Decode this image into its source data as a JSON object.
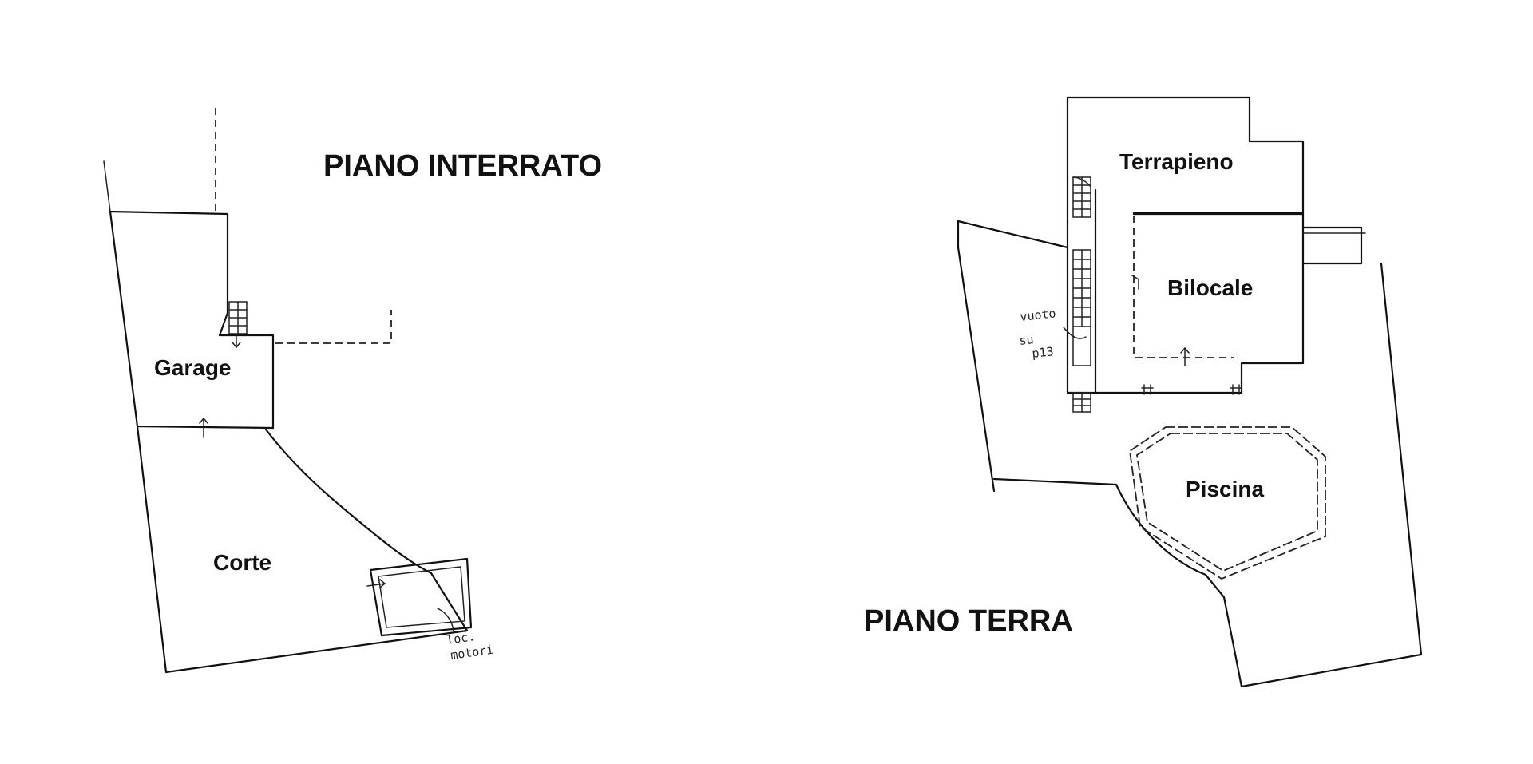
{
  "plans": {
    "basement": {
      "title": "PIANO INTERRATO",
      "rooms": {
        "garage": "Garage",
        "corte": "Corte"
      },
      "notes": {
        "loc": "loc.",
        "motori": "motori"
      }
    },
    "ground": {
      "title": "PIANO TERRA",
      "rooms": {
        "terrapieno": "Terrapieno",
        "bilocale": "Bilocale",
        "piscina": "Piscina"
      },
      "notes": {
        "vuoto": "vuoto",
        "su": "su",
        "p13": "p13"
      }
    }
  }
}
